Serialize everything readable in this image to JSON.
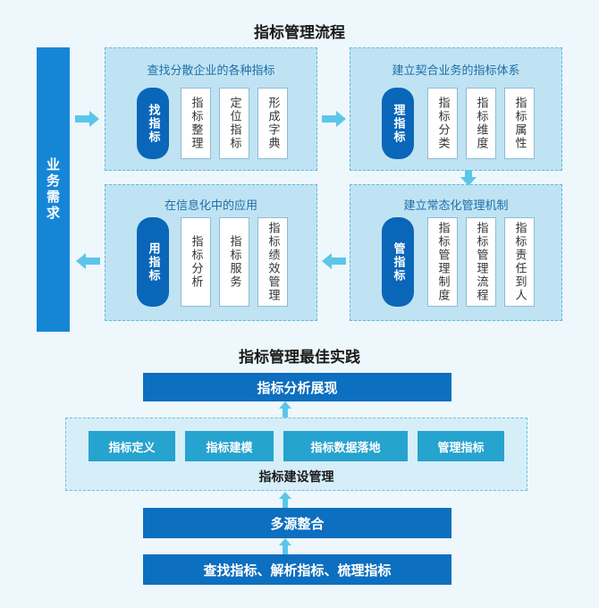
{
  "process": {
    "title": "指标管理流程",
    "sidebar_label": "业务需求",
    "quadrants": {
      "top_left": {
        "title": "查找分散企业的各种指标",
        "pill": "找指标",
        "cards": [
          "指标整理",
          "定位指标",
          "形成字典"
        ]
      },
      "top_right": {
        "title": "建立契合业务的指标体系",
        "pill": "理指标",
        "cards": [
          "指标分类",
          "指标维度",
          "指标属性"
        ]
      },
      "bottom_right": {
        "title": "建立常态化管理机制",
        "pill": "管指标",
        "cards": [
          "指标管理制度",
          "指标管理流程",
          "指标责任到人"
        ]
      },
      "bottom_left": {
        "title": "在信息化中的应用",
        "pill": "用指标",
        "cards": [
          "指标分析",
          "指标服务",
          "指标绩效管理"
        ]
      }
    }
  },
  "practice": {
    "title": "指标管理最佳实践",
    "top_bar": "指标分析展现",
    "chips": [
      "指标定义",
      "指标建模",
      "指标数据落地",
      "管理指标"
    ],
    "mid_label": "指标建设管理",
    "bar_multi_source": "多源整合",
    "bar_bottom": "查找指标、解析指标、梳理指标"
  },
  "colors": {
    "accent": "#0d6fbf",
    "quadrant_bg": "#bfe3f3",
    "chip": "#26a3cf",
    "arrow": "#5cc6ea"
  }
}
